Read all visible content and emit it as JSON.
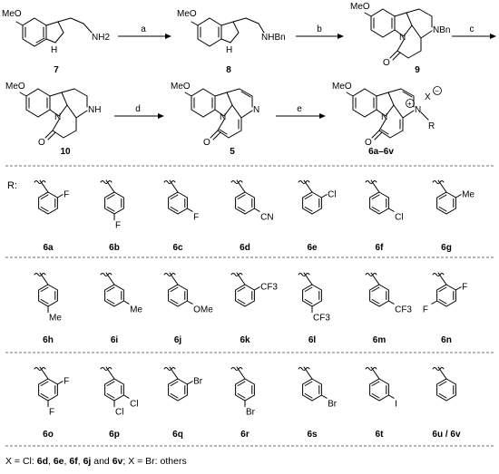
{
  "scheme": {
    "compounds": [
      "7",
      "8",
      "9",
      "10",
      "5",
      "6a–6v"
    ],
    "steps": [
      "a",
      "b",
      "c",
      "d",
      "e"
    ],
    "atoms": {
      "methoxy": "MeO",
      "nh": "H",
      "n": "N",
      "nh2": "NH2",
      "nhbn": "NHBn",
      "nbn": "NBn",
      "nh_ring": "NH",
      "o": "O",
      "r": "R",
      "x": "X",
      "plus": "+",
      "minus": "−"
    }
  },
  "r_prefix": "R:",
  "substituents": [
    {
      "id": "6a",
      "sub": "F"
    },
    {
      "id": "6b",
      "sub": "F"
    },
    {
      "id": "6c",
      "sub": "F"
    },
    {
      "id": "6d",
      "sub": "CN"
    },
    {
      "id": "6e",
      "sub": "Cl"
    },
    {
      "id": "6f",
      "sub": "Cl"
    },
    {
      "id": "6g",
      "sub": "Me"
    },
    {
      "id": "6h",
      "sub": "Me"
    },
    {
      "id": "6i",
      "sub": "Me"
    },
    {
      "id": "6j",
      "sub": "OMe"
    },
    {
      "id": "6k",
      "sub": "CF3"
    },
    {
      "id": "6l",
      "sub": "CF3"
    },
    {
      "id": "6m",
      "sub": "CF3"
    },
    {
      "id": "6n",
      "sub": "F",
      "sub2": "F"
    },
    {
      "id": "6o",
      "sub": "F",
      "sub2": "F"
    },
    {
      "id": "6p",
      "sub": "Cl",
      "sub2": "Cl"
    },
    {
      "id": "6q",
      "sub": "Br"
    },
    {
      "id": "6r",
      "sub": "Br"
    },
    {
      "id": "6s",
      "sub": "Br"
    },
    {
      "id": "6t",
      "sub": "I"
    },
    {
      "id": "6u / 6v",
      "sub": ""
    }
  ],
  "footer": {
    "prefix": "X = Cl: ",
    "bold1": "6d",
    "sep1": ", ",
    "bold2": "6e",
    "sep2": ", ",
    "bold3": "6f",
    "sep3": ", ",
    "bold4": "6j",
    "and": " and ",
    "bold5": "6v",
    "suffix": ";      X = Br: others"
  }
}
